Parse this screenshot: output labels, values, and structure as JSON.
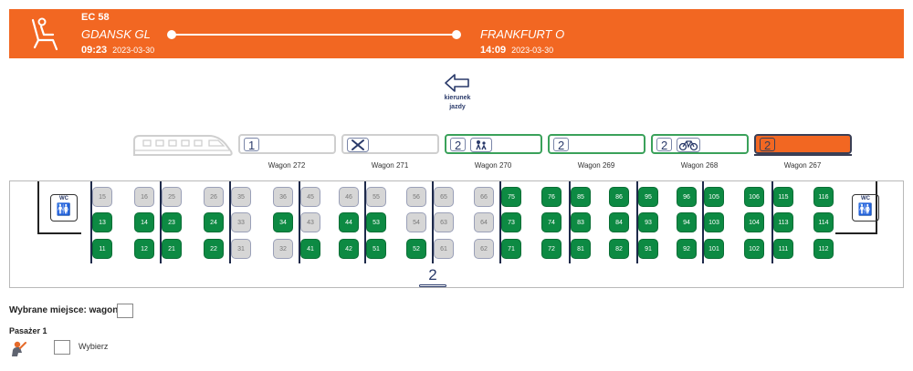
{
  "header": {
    "train": "EC 58",
    "from_station": "GDANSK GL",
    "dep_time": "09:23",
    "dep_date": "2023-03-30",
    "to_station": "FRANKFURT O",
    "arr_time": "14:09",
    "arr_date": "2023-03-30",
    "accent": "#f26722"
  },
  "direction": {
    "label_1": "kierunek",
    "label_2": "jazdy"
  },
  "wagons": [
    {
      "label": "Wagon 272",
      "class": "1",
      "feature": "",
      "style": "gray"
    },
    {
      "label": "Wagon 271",
      "class": "",
      "feature": "restaurant-icon",
      "style": "gray"
    },
    {
      "label": "Wagon 270",
      "class": "2",
      "feature": "family-icon",
      "style": "green"
    },
    {
      "label": "Wagon 269",
      "class": "2",
      "feature": "",
      "style": "green"
    },
    {
      "label": "Wagon 268",
      "class": "2",
      "feature": "bike-icon",
      "style": "green"
    },
    {
      "label": "Wagon 267",
      "class": "2",
      "feature": "",
      "style": "selected"
    }
  ],
  "car": {
    "wc_label": "WC",
    "class_badge": "2",
    "seats": [
      {
        "n": "15",
        "s": "occ"
      },
      {
        "n": "13",
        "s": "free"
      },
      {
        "n": "11",
        "s": "free"
      },
      {
        "n": "16",
        "s": "occ"
      },
      {
        "n": "14",
        "s": "free"
      },
      {
        "n": "12",
        "s": "free"
      },
      {
        "n": "25",
        "s": "occ"
      },
      {
        "n": "23",
        "s": "free"
      },
      {
        "n": "21",
        "s": "free"
      },
      {
        "n": "26",
        "s": "occ"
      },
      {
        "n": "24",
        "s": "free"
      },
      {
        "n": "22",
        "s": "free"
      },
      {
        "n": "35",
        "s": "occ"
      },
      {
        "n": "33",
        "s": "occ"
      },
      {
        "n": "31",
        "s": "occ"
      },
      {
        "n": "36",
        "s": "occ"
      },
      {
        "n": "34",
        "s": "free"
      },
      {
        "n": "32",
        "s": "occ"
      },
      {
        "n": "45",
        "s": "occ"
      },
      {
        "n": "43",
        "s": "occ"
      },
      {
        "n": "41",
        "s": "free"
      },
      {
        "n": "46",
        "s": "occ"
      },
      {
        "n": "44",
        "s": "free"
      },
      {
        "n": "42",
        "s": "free"
      },
      {
        "n": "55",
        "s": "occ"
      },
      {
        "n": "53",
        "s": "free"
      },
      {
        "n": "51",
        "s": "free"
      },
      {
        "n": "56",
        "s": "occ"
      },
      {
        "n": "54",
        "s": "occ"
      },
      {
        "n": "52",
        "s": "free"
      },
      {
        "n": "65",
        "s": "occ"
      },
      {
        "n": "63",
        "s": "occ"
      },
      {
        "n": "61",
        "s": "occ"
      },
      {
        "n": "66",
        "s": "occ"
      },
      {
        "n": "64",
        "s": "occ"
      },
      {
        "n": "62",
        "s": "occ"
      },
      {
        "n": "75",
        "s": "free"
      },
      {
        "n": "73",
        "s": "free"
      },
      {
        "n": "71",
        "s": "free"
      },
      {
        "n": "76",
        "s": "free"
      },
      {
        "n": "74",
        "s": "free"
      },
      {
        "n": "72",
        "s": "free"
      },
      {
        "n": "85",
        "s": "free"
      },
      {
        "n": "83",
        "s": "free"
      },
      {
        "n": "81",
        "s": "free"
      },
      {
        "n": "86",
        "s": "free"
      },
      {
        "n": "84",
        "s": "free"
      },
      {
        "n": "82",
        "s": "free"
      },
      {
        "n": "95",
        "s": "free"
      },
      {
        "n": "93",
        "s": "free"
      },
      {
        "n": "91",
        "s": "free"
      },
      {
        "n": "96",
        "s": "free"
      },
      {
        "n": "94",
        "s": "free"
      },
      {
        "n": "92",
        "s": "free"
      },
      {
        "n": "105",
        "s": "free"
      },
      {
        "n": "103",
        "s": "free"
      },
      {
        "n": "101",
        "s": "free"
      },
      {
        "n": "106",
        "s": "free"
      },
      {
        "n": "104",
        "s": "free"
      },
      {
        "n": "102",
        "s": "free"
      },
      {
        "n": "115",
        "s": "free"
      },
      {
        "n": "113",
        "s": "free"
      },
      {
        "n": "111",
        "s": "free"
      },
      {
        "n": "116",
        "s": "free"
      },
      {
        "n": "114",
        "s": "free"
      },
      {
        "n": "112",
        "s": "free"
      }
    ]
  },
  "selection": {
    "chosen_label": "Wybrane miejsce: wagon",
    "passenger": "Pasażer 1",
    "pick_label": "Wybierz"
  }
}
